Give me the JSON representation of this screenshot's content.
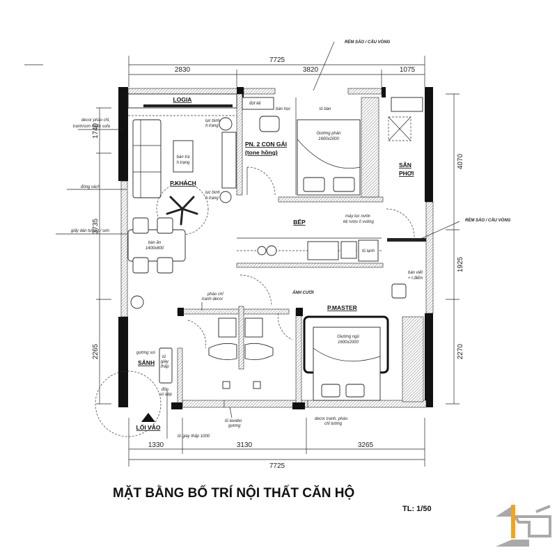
{
  "title": "MẶT BẰNG BỐ TRÍ NỘI THẤT CĂN HỘ",
  "scale": "TL: 1/50",
  "logo": {
    "text": "1g1",
    "accent": "#f2a41c",
    "gray": "#a9a9a9"
  },
  "dimensions": {
    "top_total": "7725",
    "top": [
      "2830",
      "3820",
      "1075"
    ],
    "bottom_total": "7725",
    "bottom": [
      "1330",
      "3130",
      "3265"
    ],
    "left": [
      "1740",
      "3735",
      "2265"
    ],
    "right": [
      "4070",
      "1925",
      "2270"
    ]
  },
  "rooms": {
    "logia": "LOGIA",
    "living": "P.KHÁCH",
    "bedroom2_line1": "PN. 2 CON GÁI",
    "bedroom2_line2": "(tone hồng)",
    "drying": "SÂN",
    "drying2": "PHƠI",
    "kitchen": "BẾP",
    "master": "P.MASTER",
    "lobby": "SẢNH",
    "entrance": "LỐI VÀO"
  },
  "notes": {
    "curtain_top": "RÈM SÁO / CẦU VÒNG",
    "curtain_right": "RÈM SÁO / CẦU VÒNG",
    "decor_sofa_1": "decor phào chỉ,",
    "decor_sofa_2": "tranh/sơn nhấn sofa",
    "partition": "đóng vách",
    "wallpaper": "giấy dán tường / sơn",
    "vase_1a": "lục bình",
    "vase_1b": "h.trạng",
    "vase_2a": "lục bình",
    "vase_2b": "h.trạng",
    "tea_table_1": "bàn trà",
    "tea_table_2": "h.trạng",
    "dining_1": "bàn ăn",
    "dining_2": "1400x800",
    "shelf": "đợt kệ",
    "desk": "bàn học",
    "wardrobe": "tủ bàn",
    "bed2_1": "Giường phản",
    "bed2_2": "1600x2000",
    "water_1": "máy lọc nước",
    "water_2": "kệ rượu ô vuông",
    "fridge": "tủ lạnh",
    "writing_1": "bàn viết",
    "writing_2": "+ t.điểm",
    "wedding": "ẢNH CƯỚI",
    "bed_master_1": "Giường ngủ",
    "bed_master_2": "1600x2000",
    "moulding_1": "phào chỉ",
    "moulding_2": "tranh decor",
    "mirror": "gương soi",
    "shoe_1": "tủ",
    "shoe_2": "giày",
    "shoe_3": "thấp",
    "bench_1": "đôn",
    "bench_2": "só dép",
    "lavabo_1": "tủ lavabo",
    "lavabo_2": "gương",
    "decor_master_1": "decor tranh, phào",
    "decor_master_2": "chỉ tường",
    "shoe_low": "tủ giày thấp 1000"
  }
}
